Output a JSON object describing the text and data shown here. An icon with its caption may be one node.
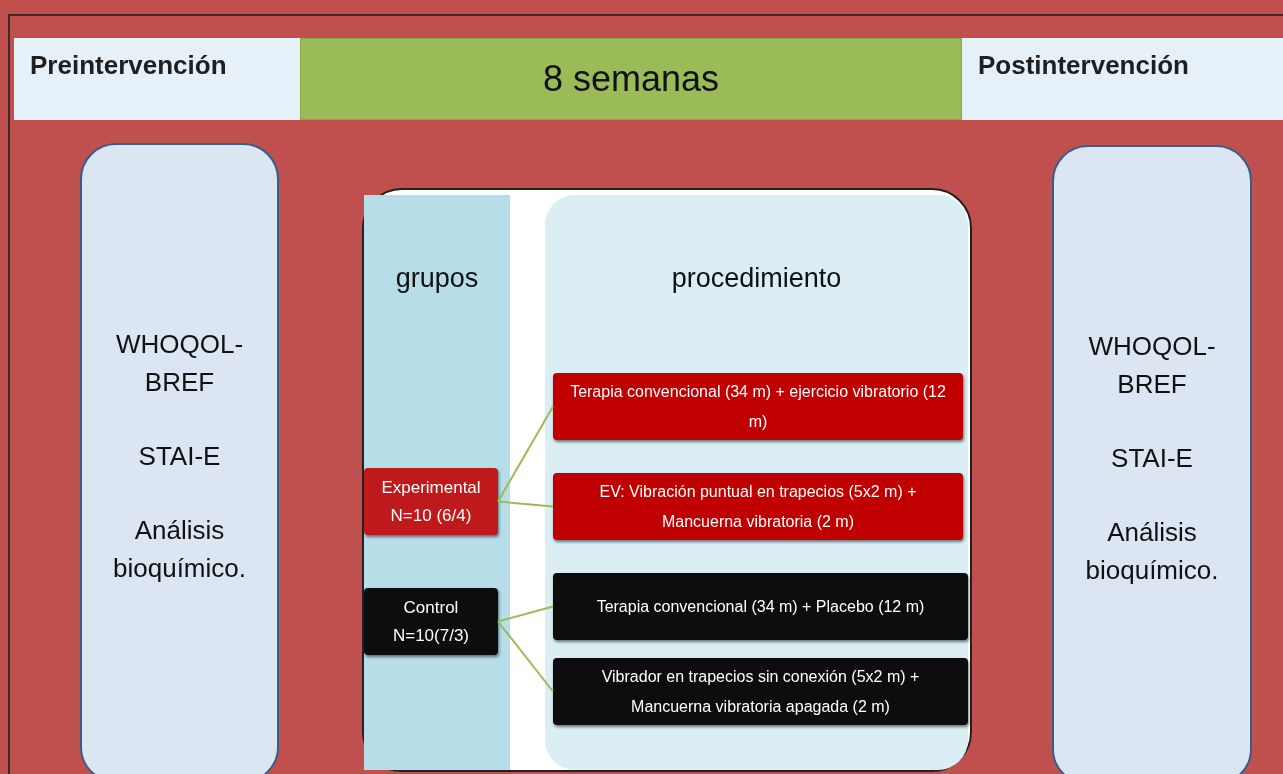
{
  "diagram": {
    "nodes": [
      {
        "text": [
          "Preintervención"
        ]
      },
      {
        "text": [
          "8 semanas"
        ]
      },
      {
        "text": [
          "Postintervención"
        ]
      },
      {
        "text": [
          "WHOQOL-BREF",
          "STAI-E",
          "Análisis bioquímico."
        ]
      },
      {
        "text": [
          "grupos"
        ]
      },
      {
        "text": [
          "Experimental",
          "N=10 (6/4)"
        ],
        "in": 4
      },
      {
        "text": [
          "Control",
          "N=10(7/3)"
        ],
        "in": 4
      },
      {
        "text": [
          "procedimiento"
        ]
      },
      {
        "text": [
          "Terapia convencional (34 m) + ejercicio vibratorio (12 m)"
        ],
        "in": 7
      },
      {
        "text": [
          "EV: Vibración puntual en trapecios (5x2 m) + Mancuerna vibratoria (2 m)"
        ],
        "in": 7
      },
      {
        "text": [
          "Terapia convencional (34 m) + Placebo (12 m)"
        ],
        "in": 7
      },
      {
        "text": [
          "Vibrador en trapecios sin conexión (5x2 m) + Mancuerna vibratoria apagada (2 m)"
        ],
        "in": 7
      },
      {
        "text": [
          "WHOQOL-BREF",
          "STAI-E",
          "Análisis bioquímico."
        ]
      }
    ],
    "edges": [
      {
        "from": 5,
        "to": 8,
        "arrow": "none"
      },
      {
        "from": 5,
        "to": 9,
        "arrow": "none"
      },
      {
        "from": 6,
        "to": 10,
        "arrow": "none"
      },
      {
        "from": 6,
        "to": 11,
        "arrow": "none"
      }
    ]
  }
}
